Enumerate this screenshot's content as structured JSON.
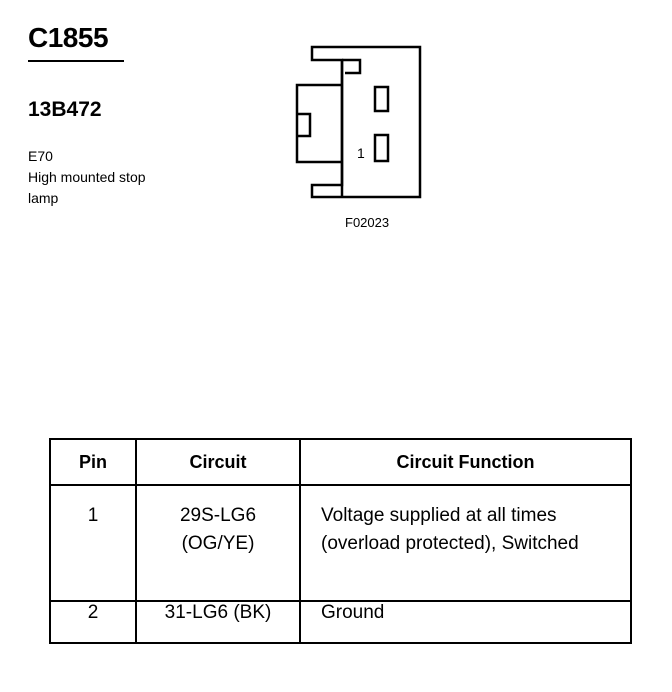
{
  "header": {
    "connector_id": "C1855",
    "part_number": "13B472",
    "location_code": "E70",
    "description_line1": "High mounted stop",
    "description_line2": "lamp"
  },
  "figure": {
    "pin_label": "1",
    "figure_id": "F02023"
  },
  "table": {
    "headers": [
      "Pin",
      "Circuit",
      "Circuit Function"
    ],
    "rows": [
      {
        "pin": "1",
        "circuit_line1": "29S-LG6",
        "circuit_line2": "(OG/YE)",
        "function_line1": "Voltage supplied at all times",
        "function_line2": "(overload protected), Switched"
      },
      {
        "pin": "2",
        "circuit_line1": "31-LG6 (BK)",
        "function_line1": "Ground"
      }
    ]
  }
}
